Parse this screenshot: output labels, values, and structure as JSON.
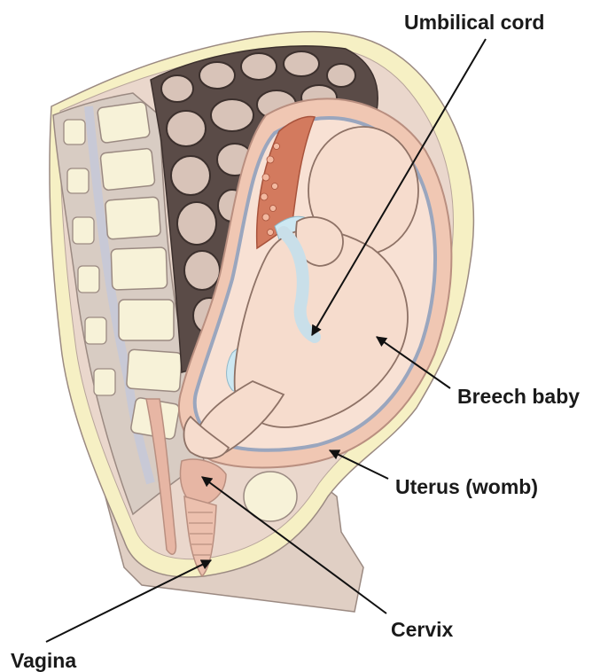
{
  "labels": {
    "umbilical_cord": "Umbilical cord",
    "breech_baby": "Breech baby",
    "uterus": "Uterus (womb)",
    "cervix": "Cervix",
    "vagina": "Vagina"
  }
}
